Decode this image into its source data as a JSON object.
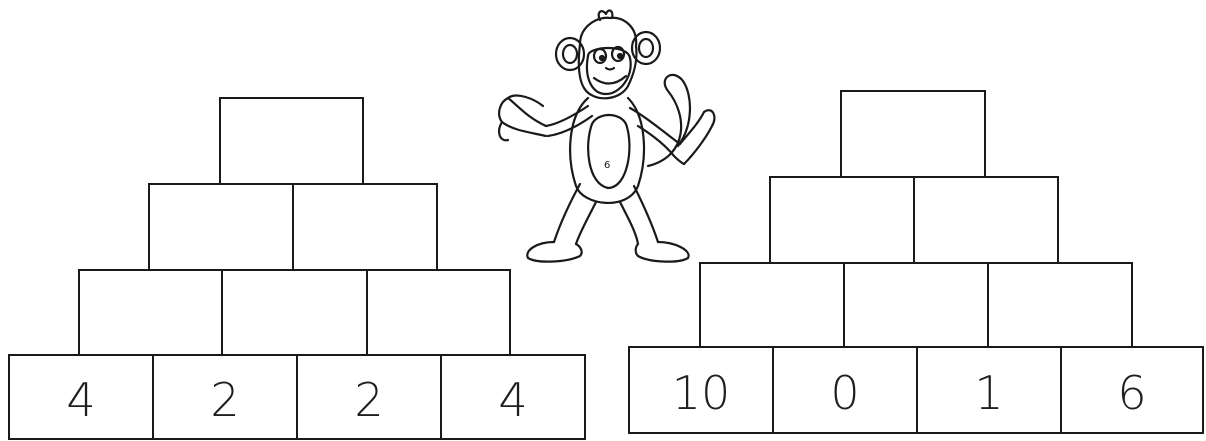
{
  "pyramids": [
    {
      "id": "left",
      "rows": [
        [
          null
        ],
        [
          null,
          null
        ],
        [
          null,
          null,
          null
        ],
        [
          "4",
          "2",
          "2",
          "4"
        ]
      ]
    },
    {
      "id": "right",
      "rows": [
        [
          null
        ],
        [
          null,
          null
        ],
        [
          null,
          null,
          null
        ],
        [
          "10",
          "0",
          "1",
          "6"
        ]
      ]
    }
  ],
  "illustration": {
    "icon": "cartoon-monkey-icon"
  }
}
